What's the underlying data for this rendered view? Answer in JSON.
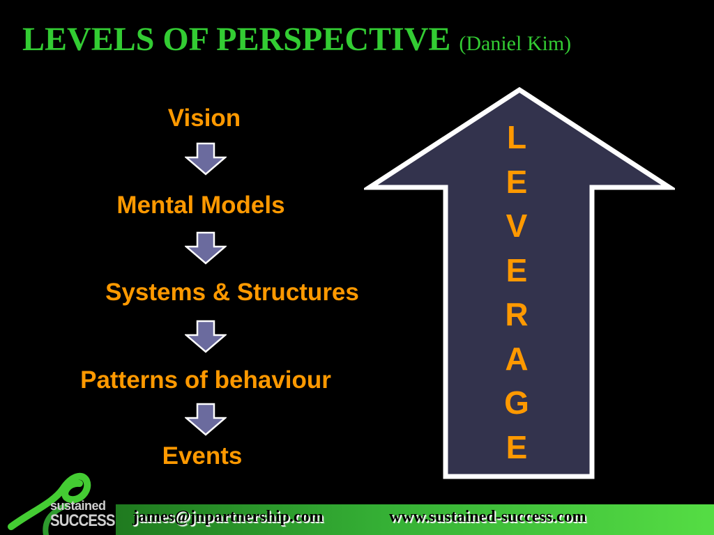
{
  "title": {
    "main": "LEVELS OF PERSPECTIVE",
    "attribution": "(Daniel Kim)"
  },
  "levels": [
    "Vision",
    "Mental Models",
    "Systems & Structures",
    "Patterns of behaviour",
    "Events"
  ],
  "leverage": "LEVERAGE",
  "logo": {
    "line1": "sustained",
    "line2": "SUCCESS"
  },
  "footer": {
    "email": "james@jnpartnership.com",
    "website": "www.sustained-success.com"
  },
  "colors": {
    "title": "#33cc33",
    "level_text": "#ff9900",
    "arrow_fill": "#33334d",
    "small_arrow_fill": "#6b6b9e",
    "footer_green": "#44cc33"
  },
  "icons": {
    "down_arrows": "down-arrow-icon",
    "up_arrow": "up-arrow-icon",
    "logo": "swirl-logo-icon"
  }
}
